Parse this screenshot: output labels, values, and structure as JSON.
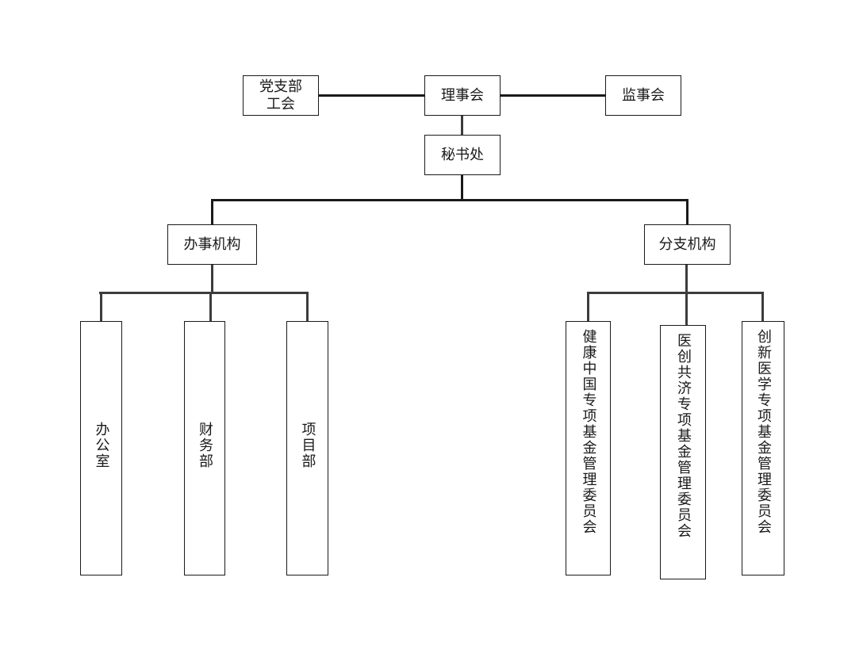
{
  "diagram": {
    "type": "org-chart",
    "nodes": {
      "party": "党支部\n工会",
      "party_line1": "党支部",
      "party_line2": "工会",
      "council": "理事会",
      "supervisory": "监事会",
      "secretariat": "秘书处",
      "offices": "办事机构",
      "branches": "分支机构",
      "office_children": [
        "办公室",
        "财务部",
        "项目部"
      ],
      "branch_children": [
        "健康中国专项基金管理委员会",
        "医创共济专项基金管理委员会",
        "创新医学专项基金管理委员会"
      ]
    },
    "edges": [
      [
        "党支部工会",
        "理事会"
      ],
      [
        "理事会",
        "监事会"
      ],
      [
        "理事会",
        "秘书处"
      ],
      [
        "秘书处",
        "办事机构"
      ],
      [
        "秘书处",
        "分支机构"
      ],
      [
        "办事机构",
        "办公室"
      ],
      [
        "办事机构",
        "财务部"
      ],
      [
        "办事机构",
        "项目部"
      ],
      [
        "分支机构",
        "健康中国专项基金管理委员会"
      ],
      [
        "分支机构",
        "医创共济专项基金管理委员会"
      ],
      [
        "分支机构",
        "创新医学专项基金管理委员会"
      ]
    ],
    "colors": {
      "line": "#1a1a1a",
      "box_border": "#1a1a1a",
      "background": "#ffffff"
    }
  }
}
